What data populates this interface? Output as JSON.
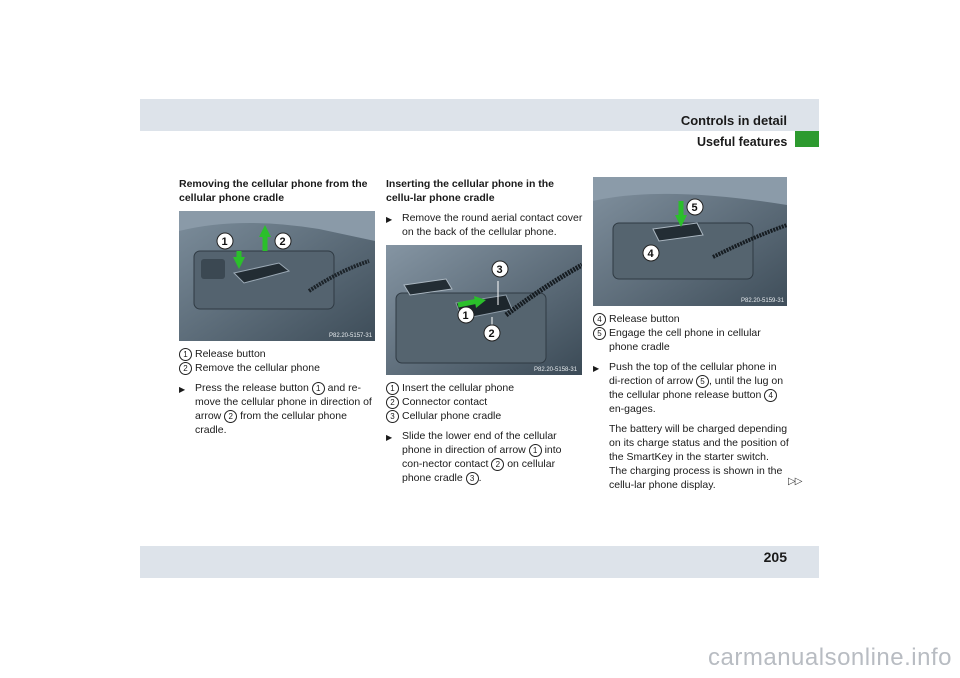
{
  "header": {
    "title": "Controls in detail",
    "subtitle": "Useful features"
  },
  "footer": {
    "page_number": "205",
    "watermark": "carmanualsonline.info"
  },
  "col1": {
    "heading": "Removing the cellular phone from the cellular phone cradle",
    "figure_code": "P82.20-5157-31",
    "callouts": [
      "1",
      "2"
    ],
    "legend": [
      {
        "num": "1",
        "text": "Release button"
      },
      {
        "num": "2",
        "text": "Remove the cellular phone"
      }
    ],
    "step": {
      "a": "Press the release button ",
      "n1": "1",
      "b": " and re-move the cellular phone in direction of arrow ",
      "n2": "2",
      "c": " from the cellular phone cradle."
    }
  },
  "col2": {
    "heading": "Inserting the cellular phone in the cellu-lar phone cradle",
    "step1": "Remove the round aerial contact cover on the back of the cellular phone.",
    "figure_code": "P82.20-5158-31",
    "callouts": [
      "3",
      "1",
      "2"
    ],
    "legend": [
      {
        "num": "1",
        "text": "Insert the cellular phone"
      },
      {
        "num": "2",
        "text": "Connector contact"
      },
      {
        "num": "3",
        "text": "Cellular phone cradle"
      }
    ],
    "step2": {
      "a": "Slide the lower end of the cellular phone in direction of arrow ",
      "n1": "1",
      "b": " into con-nector contact ",
      "n2": "2",
      "c": " on cellular phone cradle ",
      "n3": "3",
      "d": "."
    }
  },
  "col3": {
    "figure_code": "P82.20-5159-31",
    "callouts": [
      "5",
      "4"
    ],
    "legend": [
      {
        "num": "4",
        "text": "Release button"
      },
      {
        "num": "5",
        "text": "Engage the cell phone in cellular phone cradle"
      }
    ],
    "step": {
      "a": "Push the top of the cellular phone in di-rection of arrow ",
      "n1": "5",
      "b": ", until the lug on the cellular phone release button ",
      "n2": "4",
      "c": " en-gages."
    },
    "paragraph": "The battery will be charged depending on its charge status and the position of the SmartKey in the starter switch. The charging process is shown in the cellu-lar phone display.",
    "continued": "▷▷"
  },
  "colors": {
    "header_band": "#dde3ea",
    "green_tab": "#2d9a2f",
    "photo": "#5b6d7c"
  },
  "icons": {
    "step_bullet": "triangle-right-icon",
    "continued": "double-triangle-right-icon"
  }
}
